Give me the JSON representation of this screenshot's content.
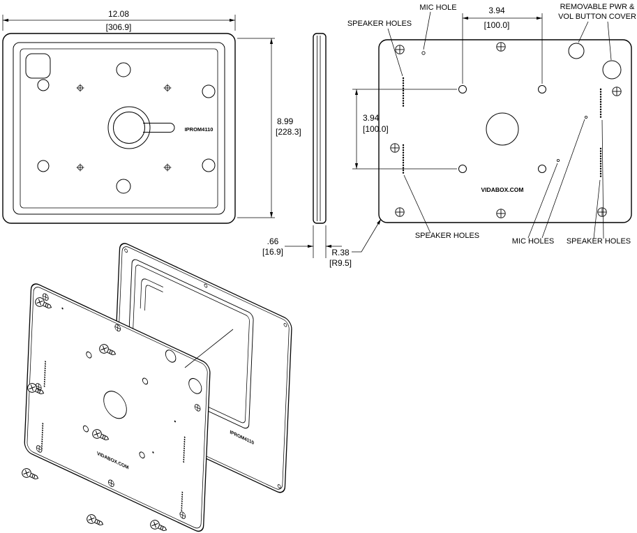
{
  "colors": {
    "ink": "#000000",
    "paper": "#ffffff"
  },
  "front_view": {
    "width_in": "12.08",
    "width_mm": "[306.9]",
    "height_in": "8.99",
    "height_mm": "[228.3]",
    "model": "IPROM4110"
  },
  "side_view": {
    "thickness_in": ".66",
    "thickness_mm": "[16.9]"
  },
  "back_view": {
    "labels": {
      "mic_hole": "MIC HOLE",
      "speaker_holes_top": "SPEAKER HOLES",
      "pwr_cover_line1": "REMOVABLE PWR &",
      "pwr_cover_line2": "VOL BUTTON COVER",
      "speaker_holes_bottom": "SPEAKER HOLES",
      "mic_holes": "MIC HOLES",
      "speaker_holes_right": "SPEAKER HOLES"
    },
    "dims": {
      "vesa_width_in": "3.94",
      "vesa_width_mm": "[100.0]",
      "vesa_height_in": "3.94",
      "vesa_height_mm": "[100.0]",
      "corner_radius_in": "R.38",
      "corner_radius_mm": "[R9.5]"
    },
    "brand": "VIDABOX.COM"
  },
  "exploded_view": {
    "brand": "VIDABOX.COM",
    "model": "IPROM4110"
  }
}
